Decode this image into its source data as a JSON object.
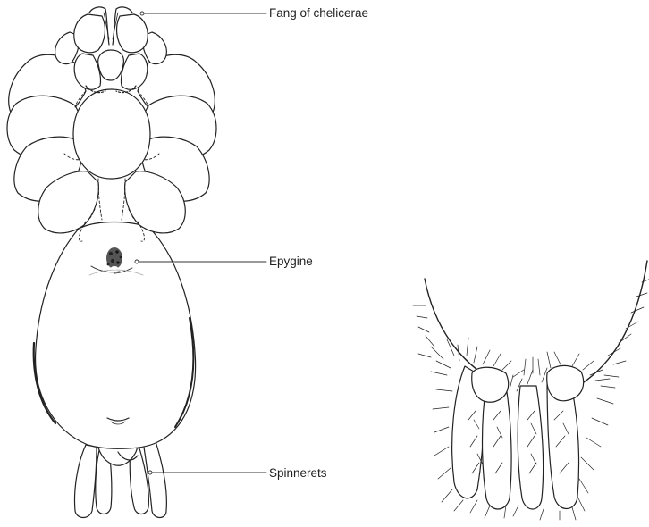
{
  "labels": {
    "fang": "Fang of chelicerae",
    "epygine": "Epygine",
    "spinnerets": "Spinnerets"
  },
  "colors": {
    "ink": "#222222",
    "leader": "#333333",
    "background": "#ffffff"
  }
}
